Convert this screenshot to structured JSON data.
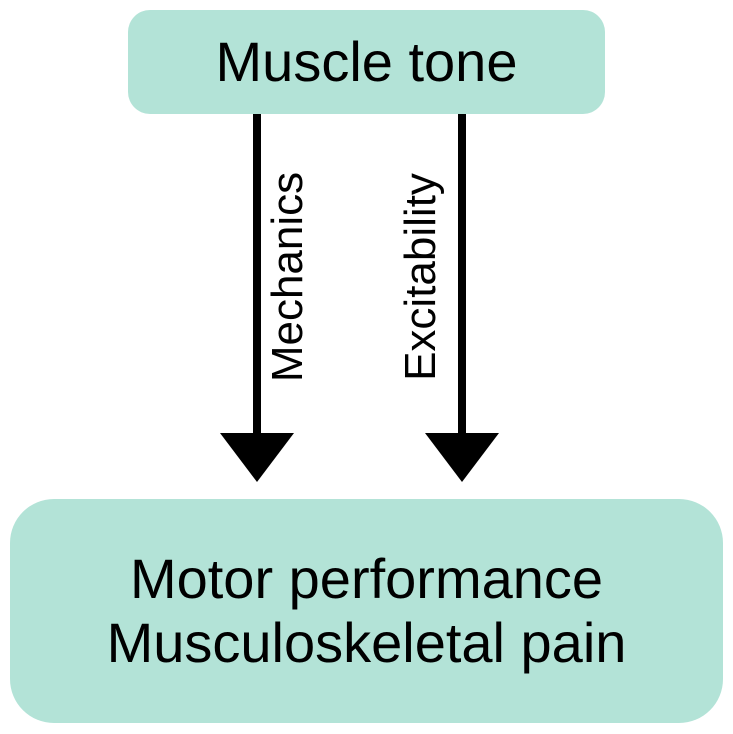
{
  "diagram": {
    "top_box": {
      "text": "Muscle tone"
    },
    "arrows": [
      {
        "label": "Mechanics"
      },
      {
        "label": "Excitability"
      }
    ],
    "bottom_box": {
      "lines": [
        "Motor performance",
        "Musculoskeletal pain"
      ]
    }
  },
  "colors": {
    "box_fill": "#b3e3d7",
    "arrow": "#000000",
    "text": "#000000",
    "background": "#ffffff"
  }
}
